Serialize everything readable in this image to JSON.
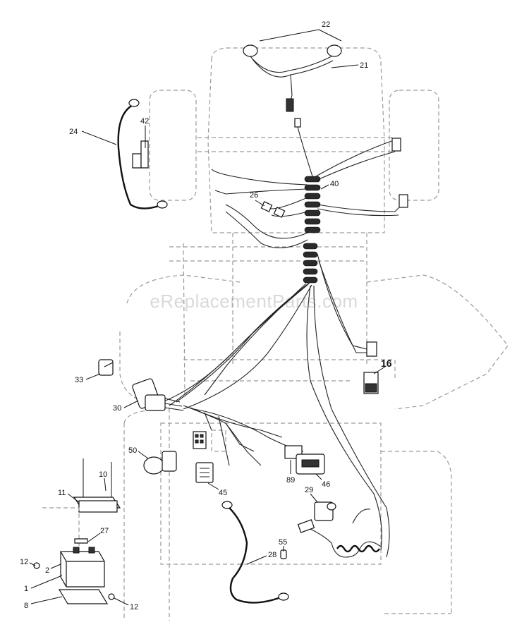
{
  "watermark": "eReplacementParts.com",
  "callouts": {
    "c22": "22",
    "c21": "21",
    "c24": "24",
    "c42": "42",
    "c26": "26",
    "c40": "40",
    "c16": "16",
    "c33": "33",
    "c30": "30",
    "c50": "50",
    "c45": "45",
    "c89": "89",
    "c46": "46",
    "c29": "29",
    "c10": "10",
    "c11": "11",
    "c27": "27",
    "c12a": "12",
    "c2": "2",
    "c1": "1",
    "c8": "8",
    "c12b": "12",
    "c55": "55",
    "c28": "28"
  }
}
